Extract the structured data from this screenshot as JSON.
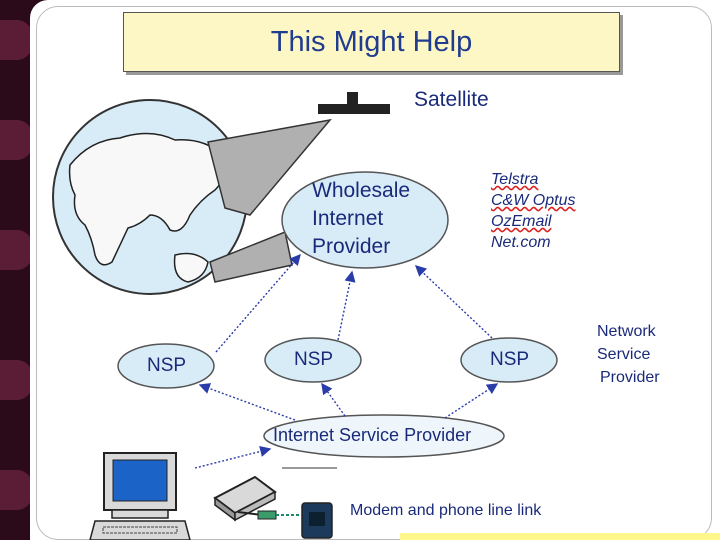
{
  "title": "This Might Help",
  "satellite_label": "Satellite",
  "wholesale": {
    "line1": "Wholesale",
    "line2": "Internet",
    "line3": "Provider"
  },
  "providers": [
    "Telstra",
    "C&W Optus",
    "OzEmail",
    "Net.com"
  ],
  "nsp_left": "NSP",
  "nsp_center": "NSP",
  "nsp_right": "NSP",
  "network_service_provider": {
    "line1": "Network",
    "line2": "Service",
    "line3": "Provider"
  },
  "isp_label": "Internet Service Provider",
  "modem_label": "Modem and phone line link",
  "colors": {
    "text": "#1a2a7a",
    "ellipse_fill": "#d8ecf8",
    "title_bg": "#fdf6c5",
    "arrow": "#2a3ca8"
  },
  "icons": [
    "satellite-icon",
    "globe-icon",
    "computer-icon",
    "modem-icon",
    "phone-jack-icon"
  ]
}
